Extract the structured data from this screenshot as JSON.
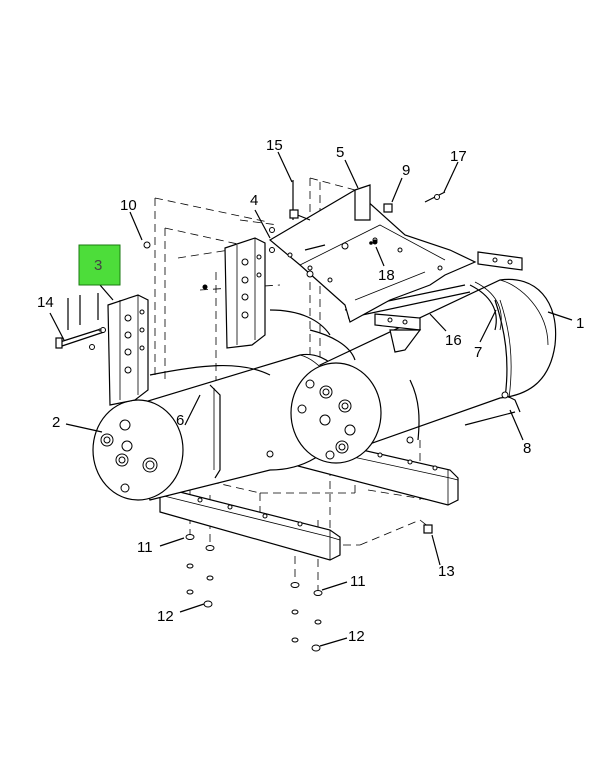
{
  "callouts": [
    {
      "id": "c1",
      "text": "1"
    },
    {
      "id": "c2",
      "text": "2"
    },
    {
      "id": "c3",
      "text": "3",
      "highlighted": true
    },
    {
      "id": "c4",
      "text": "4"
    },
    {
      "id": "c5",
      "text": "5"
    },
    {
      "id": "c6",
      "text": "6"
    },
    {
      "id": "c7",
      "text": "7"
    },
    {
      "id": "c8",
      "text": "8"
    },
    {
      "id": "c9",
      "text": "9"
    },
    {
      "id": "c10",
      "text": "10"
    },
    {
      "id": "c11a",
      "text": "11"
    },
    {
      "id": "c11b",
      "text": "11"
    },
    {
      "id": "c12a",
      "text": "12"
    },
    {
      "id": "c12b",
      "text": "12"
    },
    {
      "id": "c13",
      "text": "13"
    },
    {
      "id": "c14",
      "text": "14"
    },
    {
      "id": "c15",
      "text": "15"
    },
    {
      "id": "c16",
      "text": "16"
    },
    {
      "id": "c17",
      "text": "17"
    },
    {
      "id": "c18",
      "text": "18"
    }
  ],
  "colors": {
    "highlight_fill": "#4ddd3a",
    "highlight_border": "#1a7a10",
    "line": "#000000"
  }
}
